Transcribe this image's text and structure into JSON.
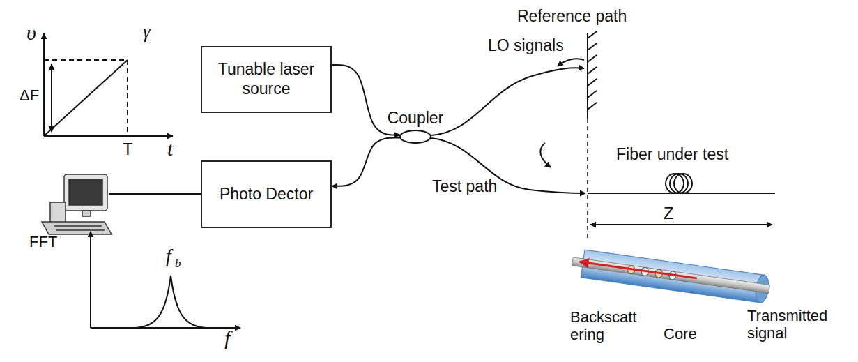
{
  "diagram": {
    "nodes": [
      {
        "text": [
          "Tunable laser source"
        ]
      },
      {
        "text": [
          "Photo Dector"
        ]
      },
      {
        "text": [
          "Coupler"
        ]
      }
    ],
    "edges": [
      {
        "from": 0,
        "to": 2,
        "arrow": "to"
      },
      {
        "from": 2,
        "to": 1,
        "arrow": "to"
      }
    ],
    "labels": [
      "υ",
      "γ",
      "ΔF",
      "T",
      "t",
      "Reference path",
      "LO signals",
      "Test path",
      "Fiber under test",
      "Z",
      "FFT",
      "f",
      "b",
      "f",
      "Backscatt ering",
      "Core",
      "Transmitted signal"
    ]
  }
}
